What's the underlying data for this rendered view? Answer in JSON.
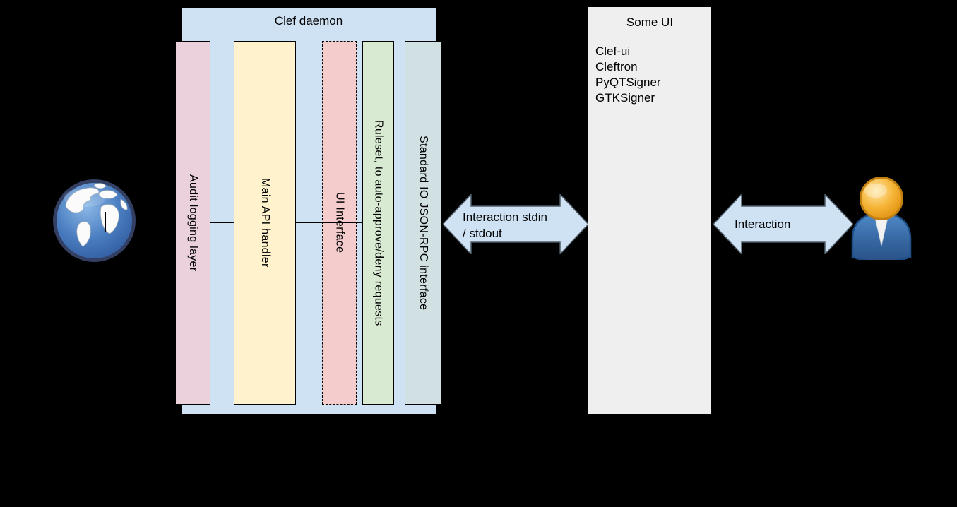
{
  "colors": {
    "background": "#000000",
    "clef_box_fill": "#cfe2f3",
    "box_border": "#000000",
    "some_ui_fill": "#efefef",
    "arrow_fill": "#cfe2f3",
    "arrow_border": "#4d5a66",
    "globe_blue": "#3b6fb5",
    "user_head_orange": "#f0a637",
    "user_body_blue": "#3a6fb0"
  },
  "clef_daemon": {
    "title": "Clef daemon",
    "layers": [
      {
        "label": "Audit logging layer",
        "fill": "#ead1dc",
        "border_style": "solid"
      },
      {
        "label": "Main API handler",
        "fill": "#fff2cc",
        "border_style": "solid"
      },
      {
        "label": "UI Interface",
        "fill": "#f4cccc",
        "border_style": "dashed"
      },
      {
        "label": "Ruleset, to auto-approve/deny requests",
        "fill": "#d9ead3",
        "border_style": "solid"
      },
      {
        "label": "Standard IO JSON-RPC interface",
        "fill": "#d0e0e3",
        "border_style": "solid"
      }
    ]
  },
  "some_ui": {
    "title": "Some UI",
    "items": [
      "Clef-ui",
      "Cleftron",
      "PyQTSigner",
      "GTKSigner"
    ]
  },
  "arrows": {
    "left": {
      "label_line1": "Interaction stdin",
      "label_line2": "/ stdout"
    },
    "right": {
      "label": "Interaction"
    }
  },
  "icons": {
    "left": "globe-icon",
    "right": "user-icon"
  }
}
